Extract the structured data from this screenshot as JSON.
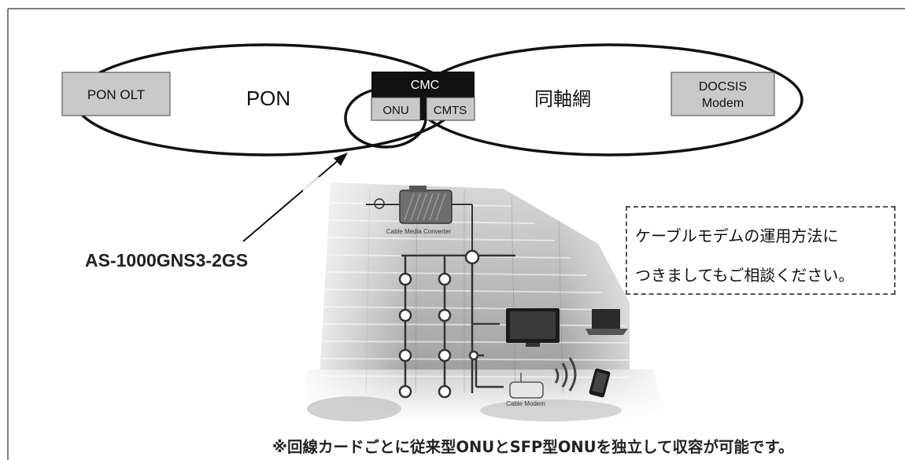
{
  "diagram": {
    "pon_olt_label": "PON OLT",
    "pon_label": "PON",
    "cmc_label": "CMC",
    "onu_label": "ONU",
    "cmts_label": "CMTS",
    "coax_label": "同軸網",
    "docsis_line1": "DOCSIS",
    "docsis_line2": "Modem",
    "model_label": "AS-1000GNS3-2GS",
    "photo_cmc_label": "Cable Media Converter",
    "photo_modem_label": "Cable Modem"
  },
  "note": {
    "line1": "ケーブルモデムの運用方法に",
    "line2": "つきましてもご相談ください。"
  },
  "footnote": "※回線カードごとに従来型ONUとSFP型ONUを独立して収容が可能です。"
}
